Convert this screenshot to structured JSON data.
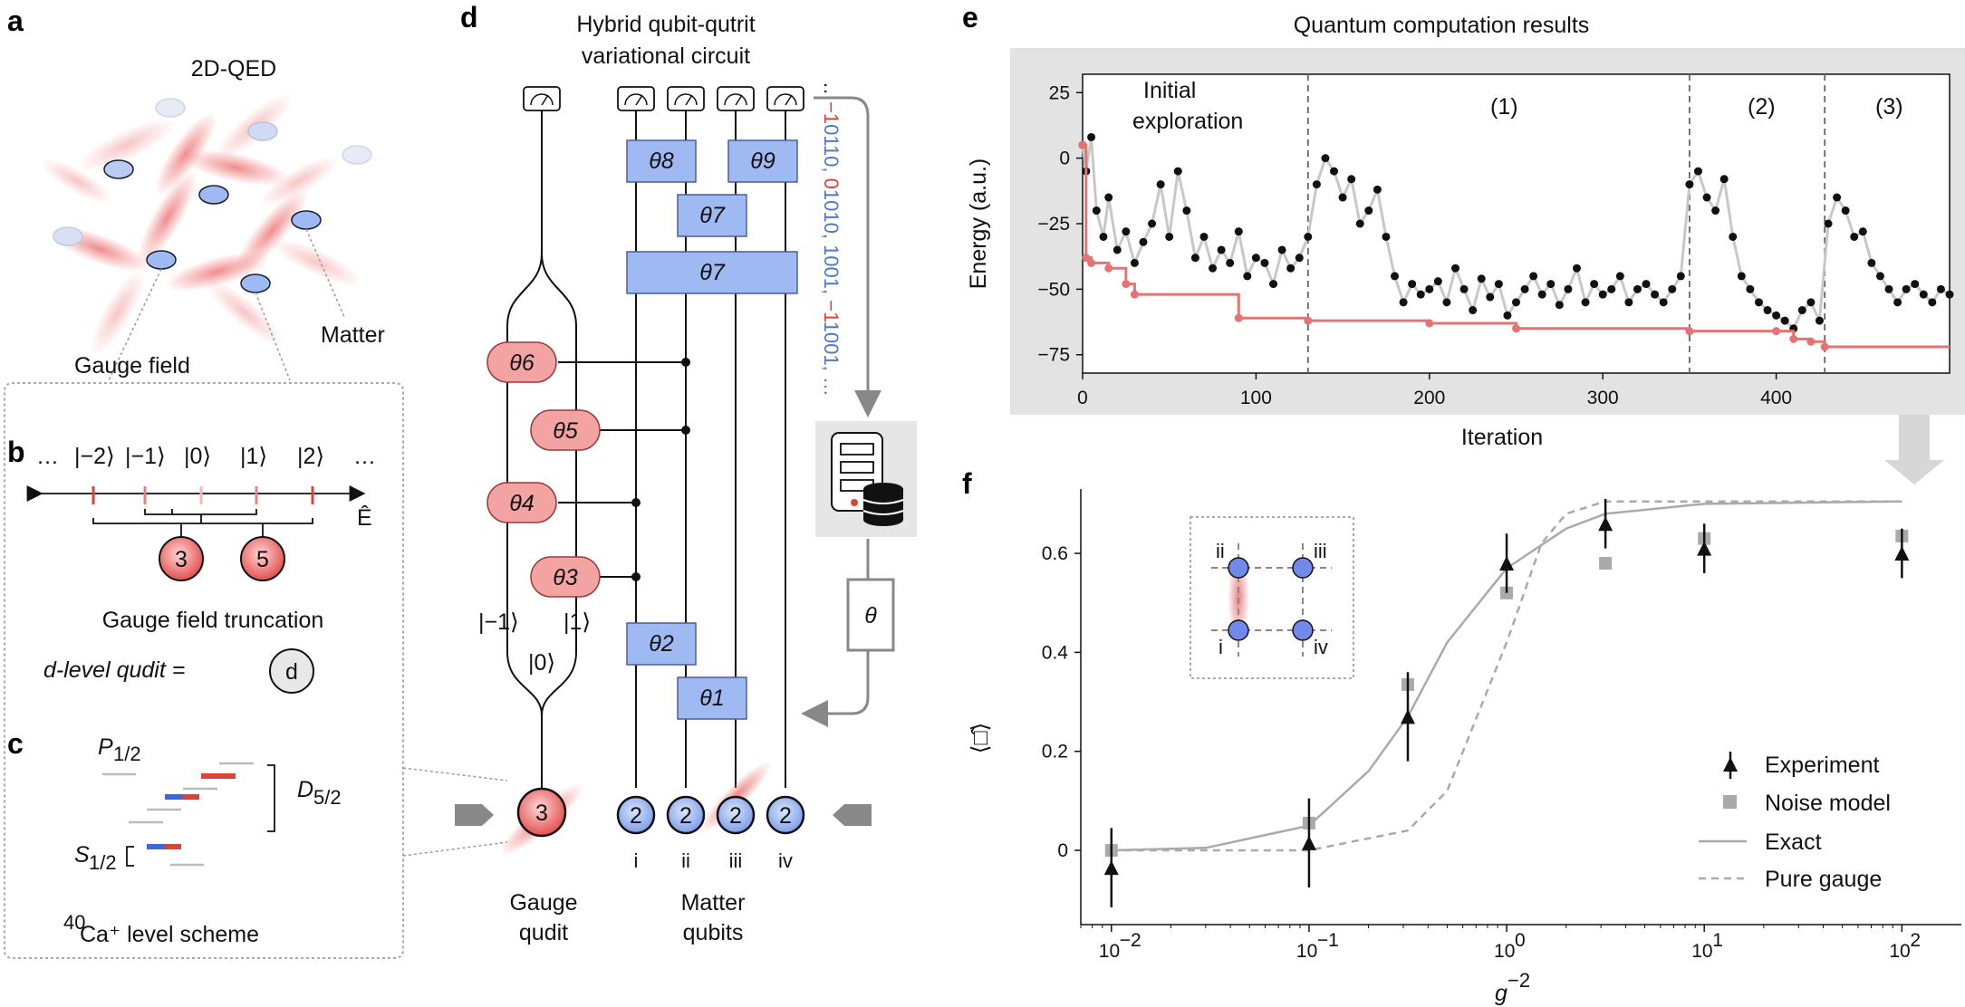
{
  "panels": {
    "a": "a",
    "b": "b",
    "c": "c",
    "d": "d",
    "e": "e",
    "f": "f"
  },
  "panel_a": {
    "title": "2D-QED",
    "gauge_field": "Gauge field",
    "matter": "Matter",
    "colors": {
      "gauge": "#e8606a",
      "matter": "#9fb9f2"
    }
  },
  "panel_b": {
    "ket_labels": [
      "|−2⟩",
      "|−1⟩",
      "|0⟩",
      "|1⟩",
      "|2⟩"
    ],
    "ellipsis": "…",
    "axis_label": "Ê",
    "qudit_values": [
      "3",
      "5"
    ],
    "truncation_title": "Gauge field truncation",
    "qudit_eq": "d-level qudit =",
    "qudit_symbol": "d"
  },
  "panel_c": {
    "p_label": "P",
    "p_sub": "1/2",
    "d_label": "D",
    "d_sub": "5/2",
    "s_label": "S",
    "s_sub": "1/2",
    "scheme_title_sup": "40",
    "scheme_title": "Ca⁺ level scheme"
  },
  "panel_d": {
    "title_line1": "Hybrid qubit-qutrit",
    "title_line2": "variational circuit",
    "gates": [
      "θ8",
      "θ9",
      "θ7",
      "θ7",
      "θ6",
      "θ5",
      "θ4",
      "θ3",
      "θ2",
      "θ1"
    ],
    "readout_bits": [
      {
        "text": "…",
        "color": "#111"
      },
      {
        "text": "−1",
        "color": "#d9443a"
      },
      {
        "text": "0110, ",
        "color": "#4f78c9"
      },
      {
        "text": "0",
        "color": "#d9443a"
      },
      {
        "text": "1010, ",
        "color": "#4f78c9"
      },
      {
        "text": "1001, ",
        "color": "#4f78c9"
      },
      {
        "text": "−1",
        "color": "#d9443a"
      },
      {
        "text": "1001, …",
        "color": "#4f78c9"
      }
    ],
    "classical_param": "θ",
    "kets": [
      "|−1⟩",
      "|1⟩",
      "|0⟩"
    ],
    "gauge_qudit_value": "3",
    "matter_values": [
      "2",
      "2",
      "2",
      "2"
    ],
    "matter_labels": [
      "i",
      "ii",
      "iii",
      "iv"
    ],
    "gauge_caption_1": "Gauge",
    "gauge_caption_2": "qudit",
    "matter_caption_1": "Matter",
    "matter_caption_2": "qubits"
  },
  "panel_e": {
    "title": "Quantum computation results",
    "ylabel": "Energy (a.u.)",
    "xlabel": "Iteration",
    "regions": [
      "Initial",
      "exploration",
      "(1)",
      "(2)",
      "(3)"
    ],
    "yticks": [
      "25",
      "0",
      "−25",
      "−50",
      "−75"
    ],
    "xticks": [
      "0",
      "100",
      "200",
      "300",
      "400"
    ]
  },
  "panel_f": {
    "ylabel": "⟨□̂⟩",
    "xlabel_base": "g",
    "xlabel_exp": "−2",
    "yticks": [
      "0",
      "0.2",
      "0.4",
      "0.6"
    ],
    "xticks": [
      {
        "base": "10",
        "exp": "−2"
      },
      {
        "base": "10",
        "exp": "−1"
      },
      {
        "base": "10",
        "exp": "0"
      },
      {
        "base": "10",
        "exp": "1"
      },
      {
        "base": "10",
        "exp": "2"
      }
    ],
    "legend": [
      "Experiment",
      "Noise model",
      "Exact",
      "Pure gauge"
    ],
    "inset_labels": [
      "ii",
      "iii",
      "i",
      "iv"
    ]
  },
  "chart_data": [
    {
      "type": "scatter",
      "title": "Quantum computation results",
      "xlabel": "Iteration",
      "ylabel": "Energy (a.u.)",
      "xlim": [
        0,
        500
      ],
      "ylim": [
        -82,
        32
      ],
      "region_boundaries": [
        130,
        350,
        428
      ],
      "series": [
        {
          "values_note": "noisy energy samples per iteration",
          "x": [
            0,
            2,
            5,
            8,
            12,
            15,
            20,
            25,
            30,
            35,
            40,
            45,
            50,
            55,
            60,
            65,
            70,
            75,
            80,
            85,
            90,
            95,
            100,
            105,
            110,
            115,
            120,
            125,
            130,
            135,
            140,
            145,
            150,
            155,
            160,
            165,
            170,
            175,
            180,
            185,
            190,
            195,
            200,
            205,
            210,
            215,
            220,
            225,
            230,
            235,
            240,
            245,
            250,
            255,
            260,
            265,
            270,
            275,
            280,
            285,
            290,
            295,
            300,
            305,
            310,
            315,
            320,
            325,
            330,
            335,
            340,
            345,
            350,
            355,
            360,
            365,
            370,
            375,
            380,
            385,
            390,
            395,
            400,
            405,
            410,
            415,
            420,
            425,
            430,
            435,
            440,
            445,
            450,
            455,
            460,
            465,
            470,
            475,
            480,
            485,
            490,
            495,
            500
          ],
          "y": [
            5,
            -5,
            8,
            -20,
            -30,
            -15,
            -35,
            -28,
            -40,
            -32,
            -25,
            -10,
            -30,
            -5,
            -20,
            -38,
            -30,
            -42,
            -35,
            -40,
            -28,
            -45,
            -38,
            -40,
            -48,
            -35,
            -42,
            -38,
            -30,
            -10,
            0,
            -5,
            -15,
            -8,
            -25,
            -20,
            -12,
            -30,
            -45,
            -55,
            -48,
            -52,
            -50,
            -47,
            -55,
            -42,
            -50,
            -58,
            -46,
            -53,
            -48,
            -60,
            -55,
            -50,
            -45,
            -52,
            -48,
            -56,
            -50,
            -42,
            -55,
            -48,
            -52,
            -50,
            -45,
            -55,
            -50,
            -48,
            -52,
            -55,
            -50,
            -45,
            -10,
            -5,
            -15,
            -20,
            -8,
            -30,
            -45,
            -50,
            -55,
            -58,
            -60,
            -62,
            -65,
            -58,
            -55,
            -62,
            -25,
            -15,
            -20,
            -30,
            -28,
            -40,
            -45,
            -50,
            -55,
            -50,
            -48,
            -52,
            -55,
            -50,
            -52
          ]
        },
        {
          "name": "",
          "x": [
            0,
            2,
            5,
            15,
            25,
            30,
            90,
            130,
            200,
            250,
            350,
            400,
            410,
            420,
            428,
            500
          ],
          "y": [
            5,
            -38,
            -40,
            -42,
            -48,
            -52,
            -61,
            -62,
            -63,
            -65,
            -66,
            -66,
            -69,
            -70,
            -72,
            -72
          ]
        }
      ]
    },
    {
      "type": "line",
      "xlabel": "g^-2",
      "ylabel": "⟨□̂⟩",
      "xscale": "log",
      "xlim": [
        0.007,
        200
      ],
      "ylim": [
        -0.15,
        0.73
      ],
      "series": [
        {
          "name": "Experiment",
          "x": [
            0.01,
            0.1,
            0.3162,
            1,
            3.162,
            10,
            100
          ],
          "y": [
            -0.035,
            0.015,
            0.27,
            0.58,
            0.66,
            0.61,
            0.6
          ],
          "yerr": [
            0.08,
            0.09,
            0.09,
            0.06,
            0.05,
            0.05,
            0.05
          ]
        },
        {
          "name": "Noise model",
          "x": [
            0.01,
            0.1,
            0.3162,
            1,
            3.162,
            10,
            100
          ],
          "y": [
            0.0,
            0.055,
            0.335,
            0.52,
            0.58,
            0.63,
            0.635
          ]
        },
        {
          "name": "Exact",
          "x": [
            0.01,
            0.03,
            0.1,
            0.2,
            0.3162,
            0.5,
            1,
            2,
            3.162,
            10,
            100
          ],
          "y": [
            0.0,
            0.005,
            0.05,
            0.16,
            0.27,
            0.42,
            0.57,
            0.65,
            0.68,
            0.7,
            0.705
          ]
        },
        {
          "name": "Pure gauge",
          "x": [
            0.01,
            0.1,
            0.3162,
            0.5,
            1,
            1.5,
            2,
            3.162,
            10,
            100
          ],
          "y": [
            0.0,
            0.0,
            0.04,
            0.12,
            0.42,
            0.62,
            0.68,
            0.705,
            0.705,
            0.705
          ]
        }
      ]
    }
  ]
}
